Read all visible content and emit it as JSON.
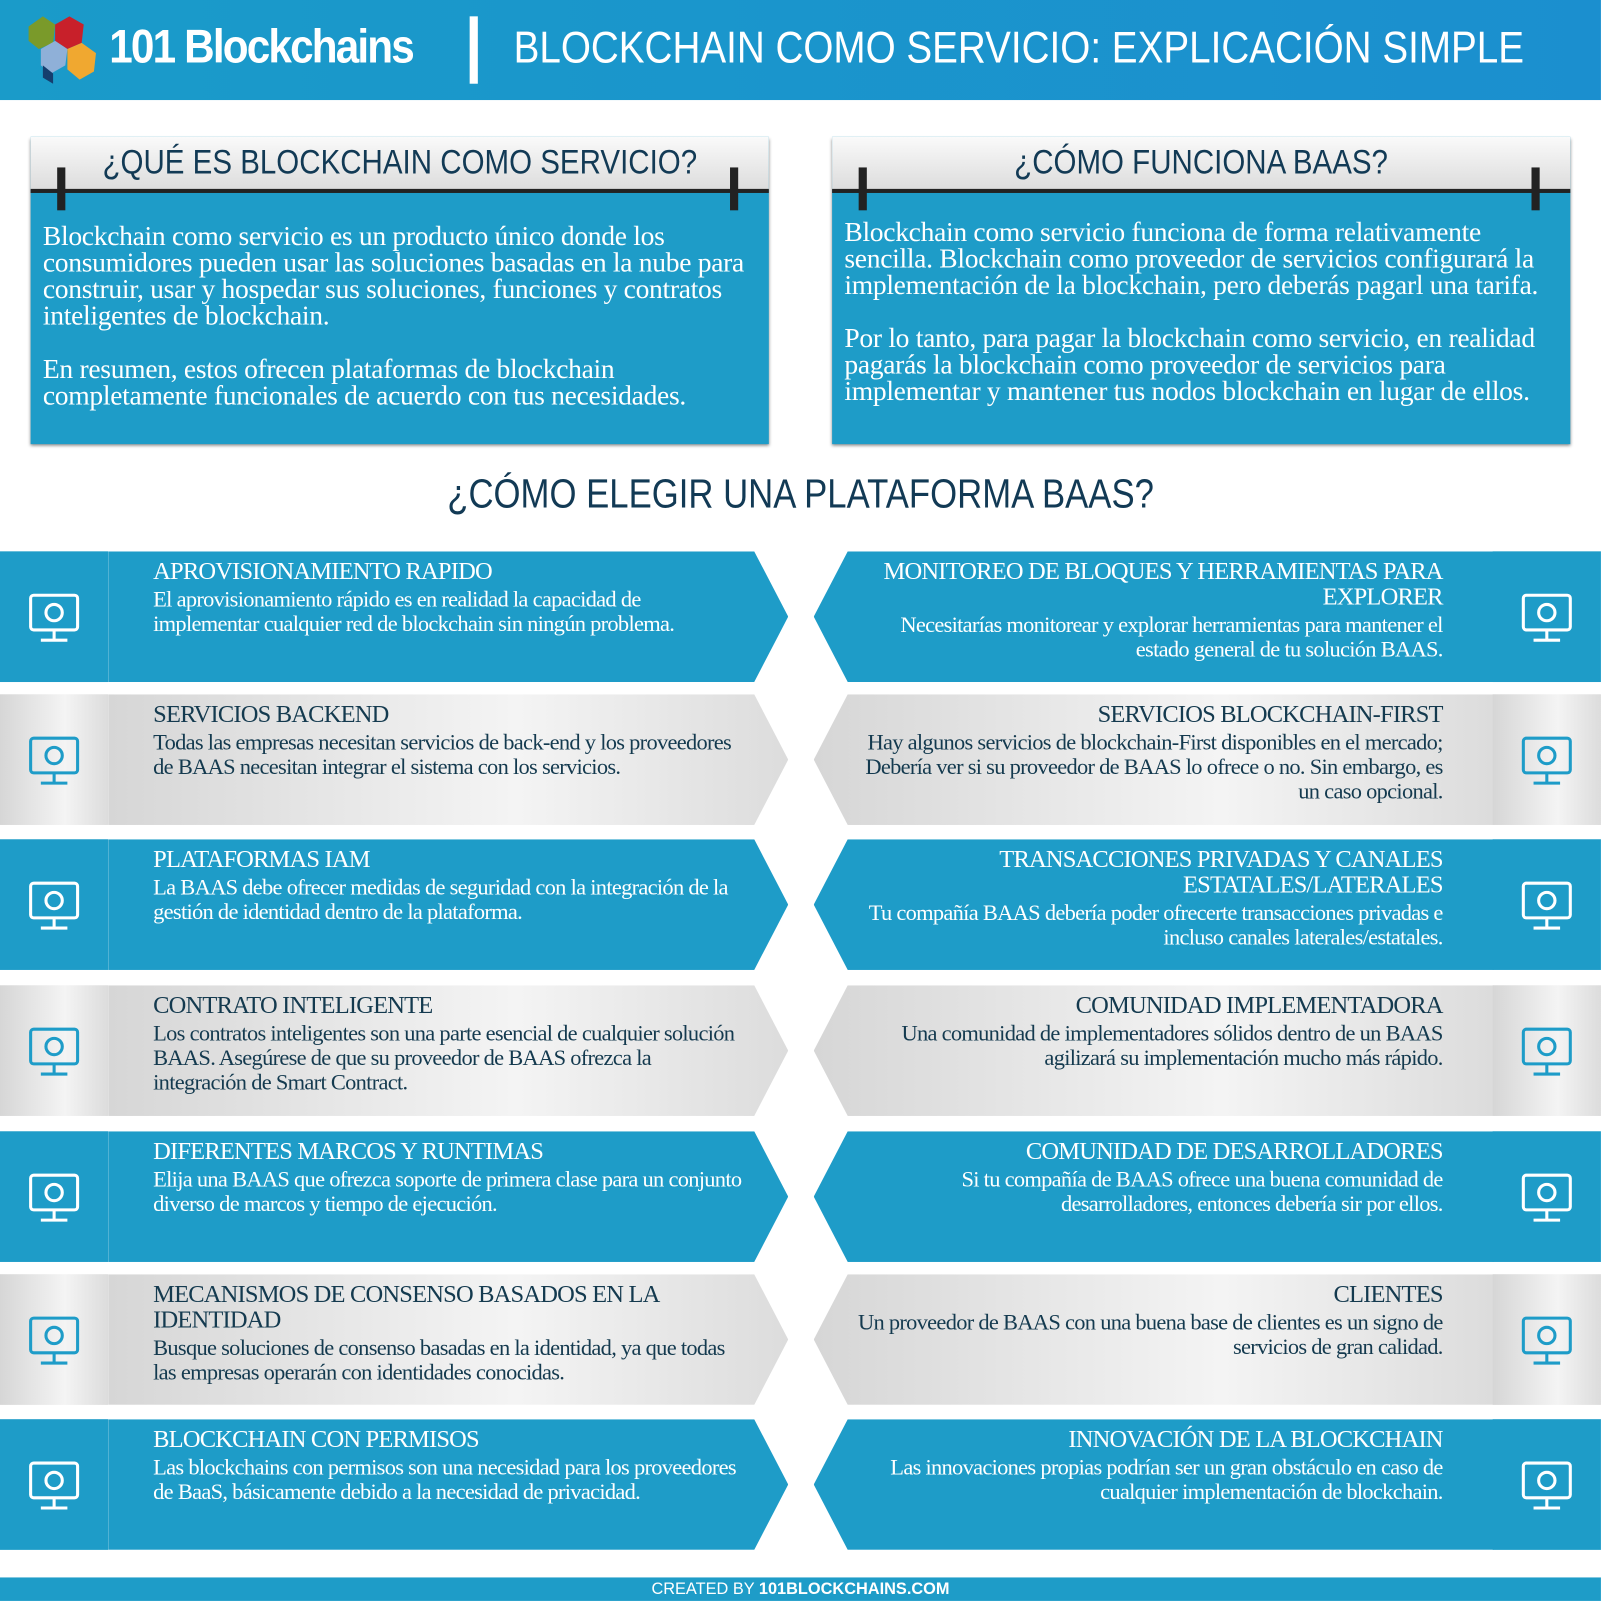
{
  "header": {
    "brand": "101 Blockchains",
    "title": "BLOCKCHAIN COMO SERVICIO: EXPLICACIÓN SIMPLE"
  },
  "boxes": [
    {
      "title": "¿QUÉ ES BLOCKCHAIN COMO SERVICIO?",
      "paragraphs": [
        "Blockchain como servicio es un producto único donde los consumidores pueden usar las soluciones basadas en la nube para construir, usar y hospedar sus soluciones, funciones y contratos inteligentes de blockchain.",
        "En resumen, estos ofrecen plataformas de blockchain completamente funcionales de acuerdo con tus necesidades."
      ]
    },
    {
      "title": "¿CÓMO FUNCIONA BAAS?",
      "paragraphs": [
        "Blockchain como servicio funciona de forma relativamente sencilla. Blockchain como proveedor de servicios configurará la implementación de la blockchain, pero deberás pagarl una tarifa.",
        "Por lo tanto, para pagar la blockchain como servicio, en realidad pagarás la blockchain como proveedor de servicios para implementar y mantener tus nodos blockchain en lugar de ellos."
      ]
    }
  ],
  "section_title": "¿CÓMO ELEGIR UNA PLATAFORMA BAAS?",
  "rows": [
    {
      "style": "blue",
      "left": {
        "icon": "cloud-server-icon",
        "title": "APROVISIONAMIENTO RAPIDO",
        "desc": "El aprovisionamiento rápido es en realidad la capacidad de implementar cualquier red de blockchain sin ningún problema."
      },
      "right": {
        "icon": "engineer-computer-icon",
        "title": "MONITOREO DE BLOQUES Y HERRAMIENTAS PARA EXPLORER",
        "desc": "Necesitarías monitorear y explorar herramientas para mantener el estado general de tu solución BAAS."
      }
    },
    {
      "style": "grey",
      "left": {
        "icon": "finance-monitor-icon",
        "title": "SERVICIOS BACKEND",
        "desc": "Todas las empresas necesitan servicios de back-end y los proveedores de BAAS necesitan integrar el sistema con los servicios."
      },
      "right": {
        "icon": "blocks-network-icon",
        "title": "SERVICIOS BLOCKCHAIN-FIRST",
        "desc": "Hay algunos servicios de blockchain-First disponibles en el mercado; Debería ver si su proveedor de BAAS lo ofrece o no. Sin embargo, es un caso opcional."
      }
    },
    {
      "style": "blue",
      "left": {
        "icon": "identity-network-icon",
        "title": "PLATAFORMAS IAM",
        "desc": "La BAAS debe ofrecer medidas de seguridad con la integración de la gestión de identidad dentro de la plataforma."
      },
      "right": {
        "icon": "secure-document-icon",
        "title": "TRANSACCIONES PRIVADAS Y CANALES ESTATALES/LATERALES",
        "desc": "Tu compañía BAAS debería poder ofrecerte transacciones privadas e incluso canales laterales/estatales."
      }
    },
    {
      "style": "grey",
      "left": {
        "icon": "contract-document-icon",
        "title": "CONTRATO INTELIGENTE",
        "desc": "Los contratos inteligentes son una parte esencial de cualquier solución BAAS. Asegúrese de que su proveedor de BAAS ofrezca la integración de Smart Contract."
      },
      "right": {
        "icon": "head-gear-icon",
        "title": "COMUNIDAD IMPLEMENTADORA",
        "desc": "Una comunidad de implementadores sólidos dentro de un BAAS agilizará su implementación mucho más rápido."
      }
    },
    {
      "style": "blue",
      "left": {
        "icon": "devices-chart-icon",
        "title": "DIFERENTES MARCOS Y RUNTIMAS",
        "desc": "Elija una BAAS que ofrezca soporte de primera clase para un conjunto diverso de marcos y tiempo de ejecución."
      },
      "right": {
        "icon": "developer-icon",
        "title": "COMUNIDAD DE DESARROLLADORES",
        "desc": "Si tu compañía de BAAS ofrece una buena comunidad de desarrolladores, entonces debería sir por ellos."
      }
    },
    {
      "style": "grey",
      "left": {
        "icon": "hand-card-lock-icon",
        "title": "MECANISMOS DE CONSENSO BASADOS EN LA IDENTIDAD",
        "desc": "Busque soluciones de consenso basadas en la identidad, ya que todas las empresas operarán con identidades conocidas."
      },
      "right": {
        "icon": "clients-rating-icon",
        "title": "CLIENTES",
        "desc": "Un proveedor de BAAS con una buena base de clientes es un signo de servicios de gran calidad."
      }
    },
    {
      "style": "blue",
      "left": {
        "icon": "monitor-settings-icon",
        "title": "BLOCKCHAIN CON PERMISOS",
        "desc": "Las blockchains con permisos son una necesidad para los proveedores de BaaS, básicamente debido a la necesidad de privacidad."
      },
      "right": {
        "icon": "bulb-gear-icon",
        "title": "INNOVACIÓN DE LA BLOCKCHAIN",
        "desc": "Las innovaciones propias podrían ser un gran obstáculo en caso de cualquier implementación de blockchain."
      }
    }
  ],
  "footer": {
    "prefix": "CREATED BY ",
    "site": "101BLOCKCHAINS.COM"
  },
  "colors": {
    "blue": "#1e9cc8",
    "dark_text": "#123a55",
    "grey": "#e6e6e6"
  }
}
